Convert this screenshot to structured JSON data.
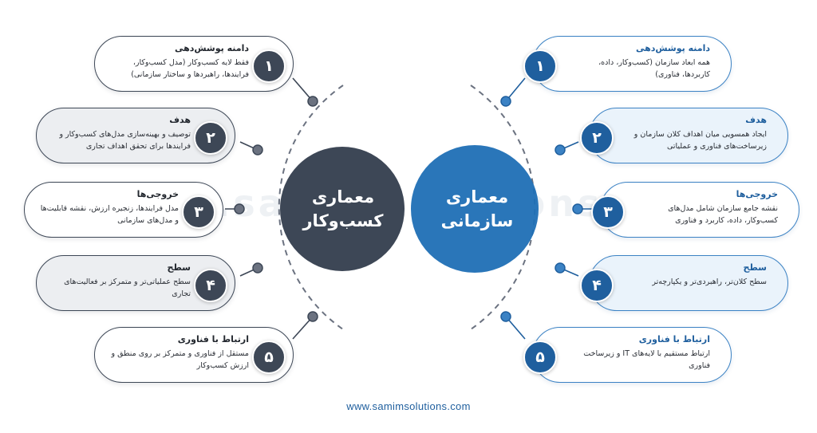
{
  "watermark": "www.samimsolutions.com",
  "footer_url": "www.samimsolutions.com",
  "left_circle": {
    "line1": "معماری",
    "line2": "کسب‌وکار"
  },
  "right_circle": {
    "line1": "معماری",
    "line2": "سازمانی"
  },
  "colors": {
    "business": "#3d4756",
    "enterprise": "#1f5f9e",
    "enterprise_light": "#3b82c4"
  },
  "left_items": [
    {
      "number": "۱",
      "title": "دامنه پوشش‌دهی",
      "desc": "فقط لایه کسب‌وکار (مدل کسب‌وکار، فرایندها، راهبردها و ساختار سازمانی)"
    },
    {
      "number": "۲",
      "title": "هدف",
      "desc": "توصیف و بهینه‌سازی مدل‌های کسب‌وکار و فرایندها برای تحقق اهداف تجاری"
    },
    {
      "number": "۳",
      "title": "خروجی‌ها",
      "desc": "مدل فرایندها، زنجیره ارزش، نقشه قابلیت‌ها و مدل‌های سازمانی"
    },
    {
      "number": "۴",
      "title": "سطح",
      "desc": "سطح عملیاتی‌تر و متمرکز بر فعالیت‌های تجاری"
    },
    {
      "number": "۵",
      "title": "ارتباط با فناوری",
      "desc": "مستقل از فناوری و متمرکز بر روی منطق و ارزش کسب‌وکار"
    }
  ],
  "right_items": [
    {
      "number": "۱",
      "title": "دامنه پوشش‌دهی",
      "desc": "همه ابعاد سازمان (کسب‌وکار، داده، کاربردها، فناوری)"
    },
    {
      "number": "۲",
      "title": "هدف",
      "desc": "ایجاد همسویی میان اهداف کلان سازمان و زیرساخت‌های فناوری و عملیاتی"
    },
    {
      "number": "۳",
      "title": "خروجی‌ها",
      "desc": "نقشه جامع سازمان شامل مدل‌های کسب‌وکار، داده، کاربرد و فناوری"
    },
    {
      "number": "۴",
      "title": "سطح",
      "desc": "سطح کلان‌تر، راهبردی‌تر و یکپارچه‌تر"
    },
    {
      "number": "۵",
      "title": "ارتباط با فناوری",
      "desc": "ارتباط مستقیم با لایه‌های IT و زیرساخت فناوری"
    }
  ]
}
